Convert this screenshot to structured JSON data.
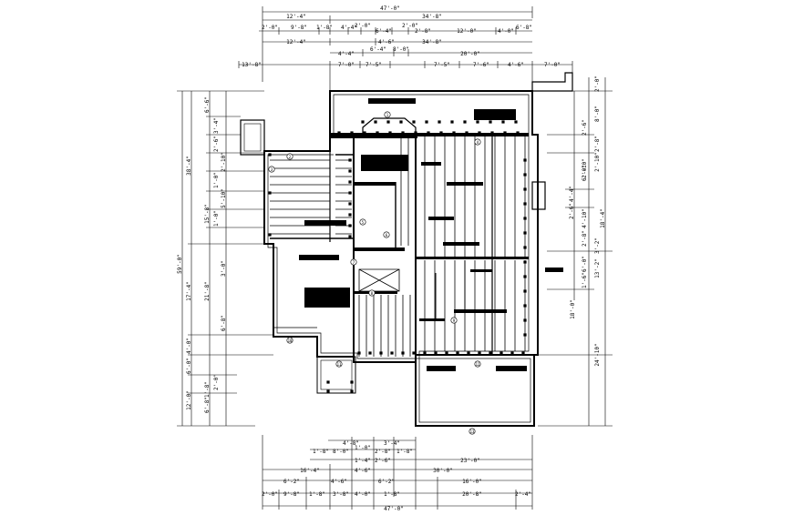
{
  "drawing": {
    "top_dims": {
      "overall": "47'-0\"",
      "left_span": "12'-4\"",
      "right_span": "34'-8\"",
      "row3": [
        "2'-0\"",
        "9'-8\"",
        "1'-8\"",
        "4'-4\"",
        "2'-0\"",
        "6'-4\"",
        "2'-0\"",
        "2'-8\"",
        "12'-0\"",
        "4'-0\"",
        "6'-8\""
      ],
      "row4": [
        "12'-4\"",
        "4'-6\"",
        "34'-8\""
      ],
      "row5": [
        "4'-4\"",
        "6'-4\"",
        "8'-0\"",
        "20'-0\""
      ],
      "row6": [
        "13'-8\"",
        "7'-0\"",
        "7'-5\"",
        "7'-5\"",
        "7'-6\"",
        "4'-6\"",
        "7'-0\""
      ]
    },
    "left_dims": {
      "overall": "59'-0\"",
      "a": [
        "6'-6\"",
        "15'-8\"",
        "3'-4\"",
        "2'-6\"",
        "2'-10\"",
        "1'-0\"",
        "5'-10\"",
        "3'-0\"",
        "6'-8\"",
        "2'-0\"",
        "1'-0\""
      ],
      "b": [
        "38'-4\"",
        "21'-8\"",
        "17'-4\"",
        "4'-0\"",
        "6'-0\"",
        "12'-0\"",
        "1'-8\"",
        "6'-8\""
      ]
    },
    "right_dims": {
      "overall": "59'-0\"",
      "a": [
        "2'-0\"",
        "8'-0\"",
        "2'-6\"",
        "2'-8\"",
        "2'-10\"",
        "4'-4\"",
        "4'-10\"",
        "2'-8\"",
        "6'-0\"",
        "1'-6\"",
        "6'-0\"",
        "2'-6\""
      ],
      "b": [
        "2'-10\"",
        "18'-4\"",
        "3'-2\"",
        "13'-2\""
      ],
      "c": [
        "18'-0\"",
        "24'-10\""
      ]
    },
    "bottom_dims": {
      "overall": "47'-0\"",
      "row1": [
        "4'-8\"",
        "3'-4\""
      ],
      "row2": [
        "1'-8\"",
        "8'-0\"",
        "1'-0\"",
        "2'-8\"",
        "1'-8\""
      ],
      "row3": [
        "1'-4\"",
        "2'-6\"",
        "23'-0\""
      ],
      "row4": [
        "16'-4\"",
        "4'-6\"",
        "30'-0\""
      ],
      "row5": [
        "6'-2\"",
        "4'-6\"",
        "6'-2\"",
        "16'-0\""
      ],
      "row6": [
        "2'-0\"",
        "9'-8\"",
        "1'-8\"",
        "3'-8\"",
        "4'-0\"",
        "1'-8\"",
        "20'-8\"",
        "2'-4\""
      ]
    },
    "markers": [
      "1",
      "2",
      "3",
      "4",
      "5",
      "6",
      "7",
      "8",
      "9",
      "10",
      "11",
      "12",
      "13"
    ]
  }
}
